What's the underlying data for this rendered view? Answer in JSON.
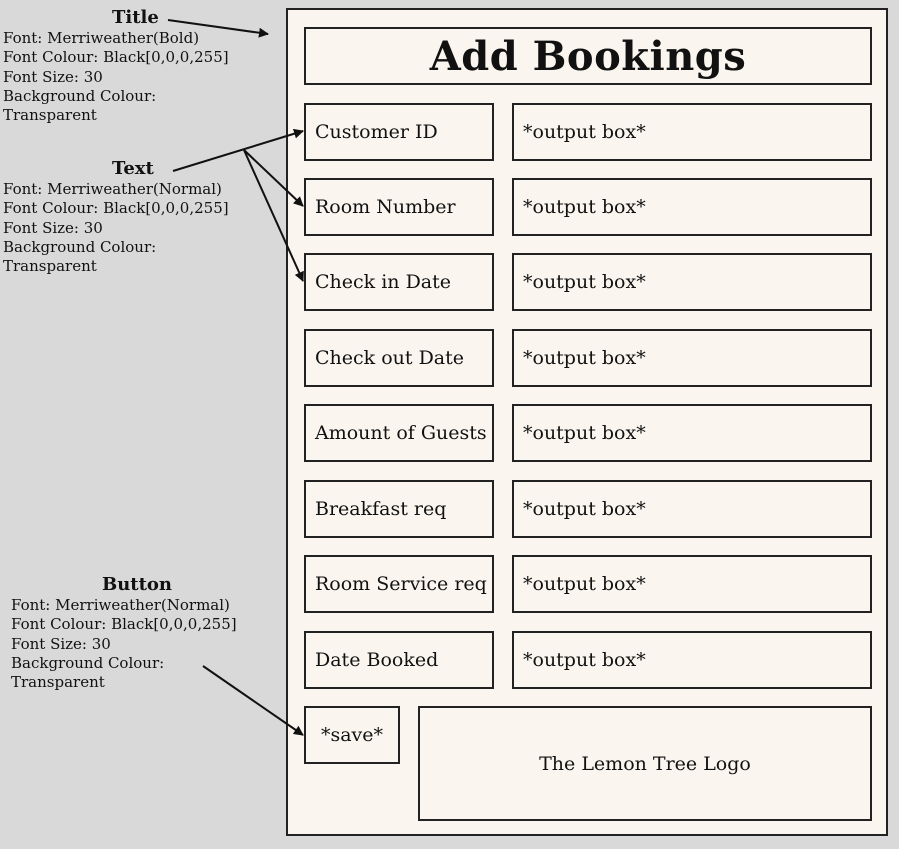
{
  "annotations": {
    "title": {
      "heading": "Title",
      "lines": [
        "Font: Merriweather(Bold)",
        "Font Colour: Black[0,0,0,255]",
        "Font Size: 30",
        "Background Colour:",
        "Transparent"
      ]
    },
    "text": {
      "heading": "Text",
      "lines": [
        "Font: Merriweather(Normal)",
        "Font Colour: Black[0,0,0,255]",
        "Font Size: 30",
        "Background Colour:",
        "Transparent"
      ]
    },
    "button": {
      "heading": "Button",
      "lines": [
        "Font: Merriweather(Normal)",
        "Font Colour: Black[0,0,0,255]",
        "Font Size: 30",
        "Background Colour:",
        "Transparent"
      ]
    }
  },
  "form": {
    "title": "Add Bookings",
    "rows": [
      {
        "label": "Customer ID",
        "output": "*output box*"
      },
      {
        "label": "Room Number",
        "output": "*output box*"
      },
      {
        "label": "Check in Date",
        "output": "*output box*"
      },
      {
        "label": "Check out Date",
        "output": "*output box*"
      },
      {
        "label": "Amount of Guests",
        "output": "*output box*"
      },
      {
        "label": "Breakfast req",
        "output": "*output box*"
      },
      {
        "label": "Room Service req",
        "output": "*output box*"
      },
      {
        "label": "Date Booked",
        "output": "*output box*"
      }
    ],
    "save_label": "*save*",
    "logo_text": "The Lemon Tree Logo"
  }
}
